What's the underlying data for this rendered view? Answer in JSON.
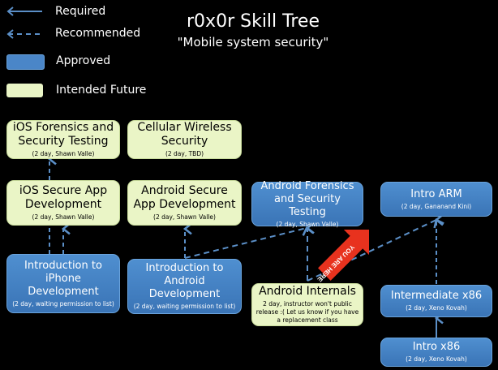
{
  "legend": {
    "items": [
      {
        "type": "required-arrow",
        "label": "Required"
      },
      {
        "type": "recommended-arrow",
        "label": "Recommended"
      },
      {
        "type": "approved-swatch",
        "label": "Approved",
        "color": "#4a86c8"
      },
      {
        "type": "future-swatch",
        "label": "Intended Future",
        "color": "#eaf5c6"
      }
    ]
  },
  "header": {
    "title": "r0x0r Skill Tree",
    "subtitle": "\"Mobile system security\""
  },
  "colors": {
    "approved": "#4a86c8",
    "future": "#eaf5c6",
    "arrow": "#5b8fc7",
    "you_are_here": "#e8321e"
  },
  "nodes": [
    {
      "id": "ios-forensics",
      "status": "future",
      "title": "iOS Forensics and Security Testing",
      "subtitle": "(2 day, Shawn Valle)"
    },
    {
      "id": "cellular-wireless",
      "status": "future",
      "title": "Cellular Wireless Security",
      "subtitle": "(2 day, TBD)"
    },
    {
      "id": "ios-secure-app",
      "status": "future",
      "title": "iOS Secure App Development",
      "subtitle": "(2 day, Shawn Valle)"
    },
    {
      "id": "android-secure-app",
      "status": "future",
      "title": "Android Secure App Development",
      "subtitle": "(2 day, Shawn Valle)"
    },
    {
      "id": "android-forensics",
      "status": "approved",
      "title": "Android Forensics and Security Testing",
      "subtitle": "(2 day, Shawn Valle)"
    },
    {
      "id": "intro-arm",
      "status": "approved",
      "title": "Intro ARM",
      "subtitle": "(2 day, Gananand Kini)"
    },
    {
      "id": "intro-iphone",
      "status": "approved",
      "title": "Introduction to iPhone Development",
      "subtitle": "(2 day, waiting permission to list)"
    },
    {
      "id": "intro-android",
      "status": "approved",
      "title": "Introduction to Android Development",
      "subtitle": "(2 day, waiting permission to list)"
    },
    {
      "id": "android-internals",
      "status": "future",
      "title": "Android Internals",
      "subtitle": "2 day, instructor won't public release :( Let us know if you have a replacement class"
    },
    {
      "id": "intermediate-x86",
      "status": "approved",
      "title": "Intermediate x86",
      "subtitle": "(2 day, Xeno Kovah)"
    },
    {
      "id": "intro-x86",
      "status": "approved",
      "title": "Intro x86",
      "subtitle": "(2 day, Xeno Kovah)"
    }
  ],
  "edges": [
    {
      "from": "ios-secure-app",
      "to": "ios-forensics",
      "kind": "recommended"
    },
    {
      "from": "intro-iphone",
      "to": "ios-secure-app",
      "kind": "recommended"
    },
    {
      "from": "intro-android",
      "to": "android-secure-app",
      "kind": "recommended"
    },
    {
      "from": "intro-android",
      "to": "android-forensics",
      "kind": "recommended"
    },
    {
      "from": "android-internals",
      "to": "android-forensics",
      "kind": "recommended"
    },
    {
      "from": "android-internals",
      "to": "intro-arm",
      "kind": "recommended"
    },
    {
      "from": "intermediate-x86",
      "to": "intro-arm",
      "kind": "recommended"
    },
    {
      "from": "intro-x86",
      "to": "intermediate-x86",
      "kind": "required"
    }
  ],
  "marker": {
    "label": "YOU ARE HERE",
    "points_to": "android-forensics"
  }
}
